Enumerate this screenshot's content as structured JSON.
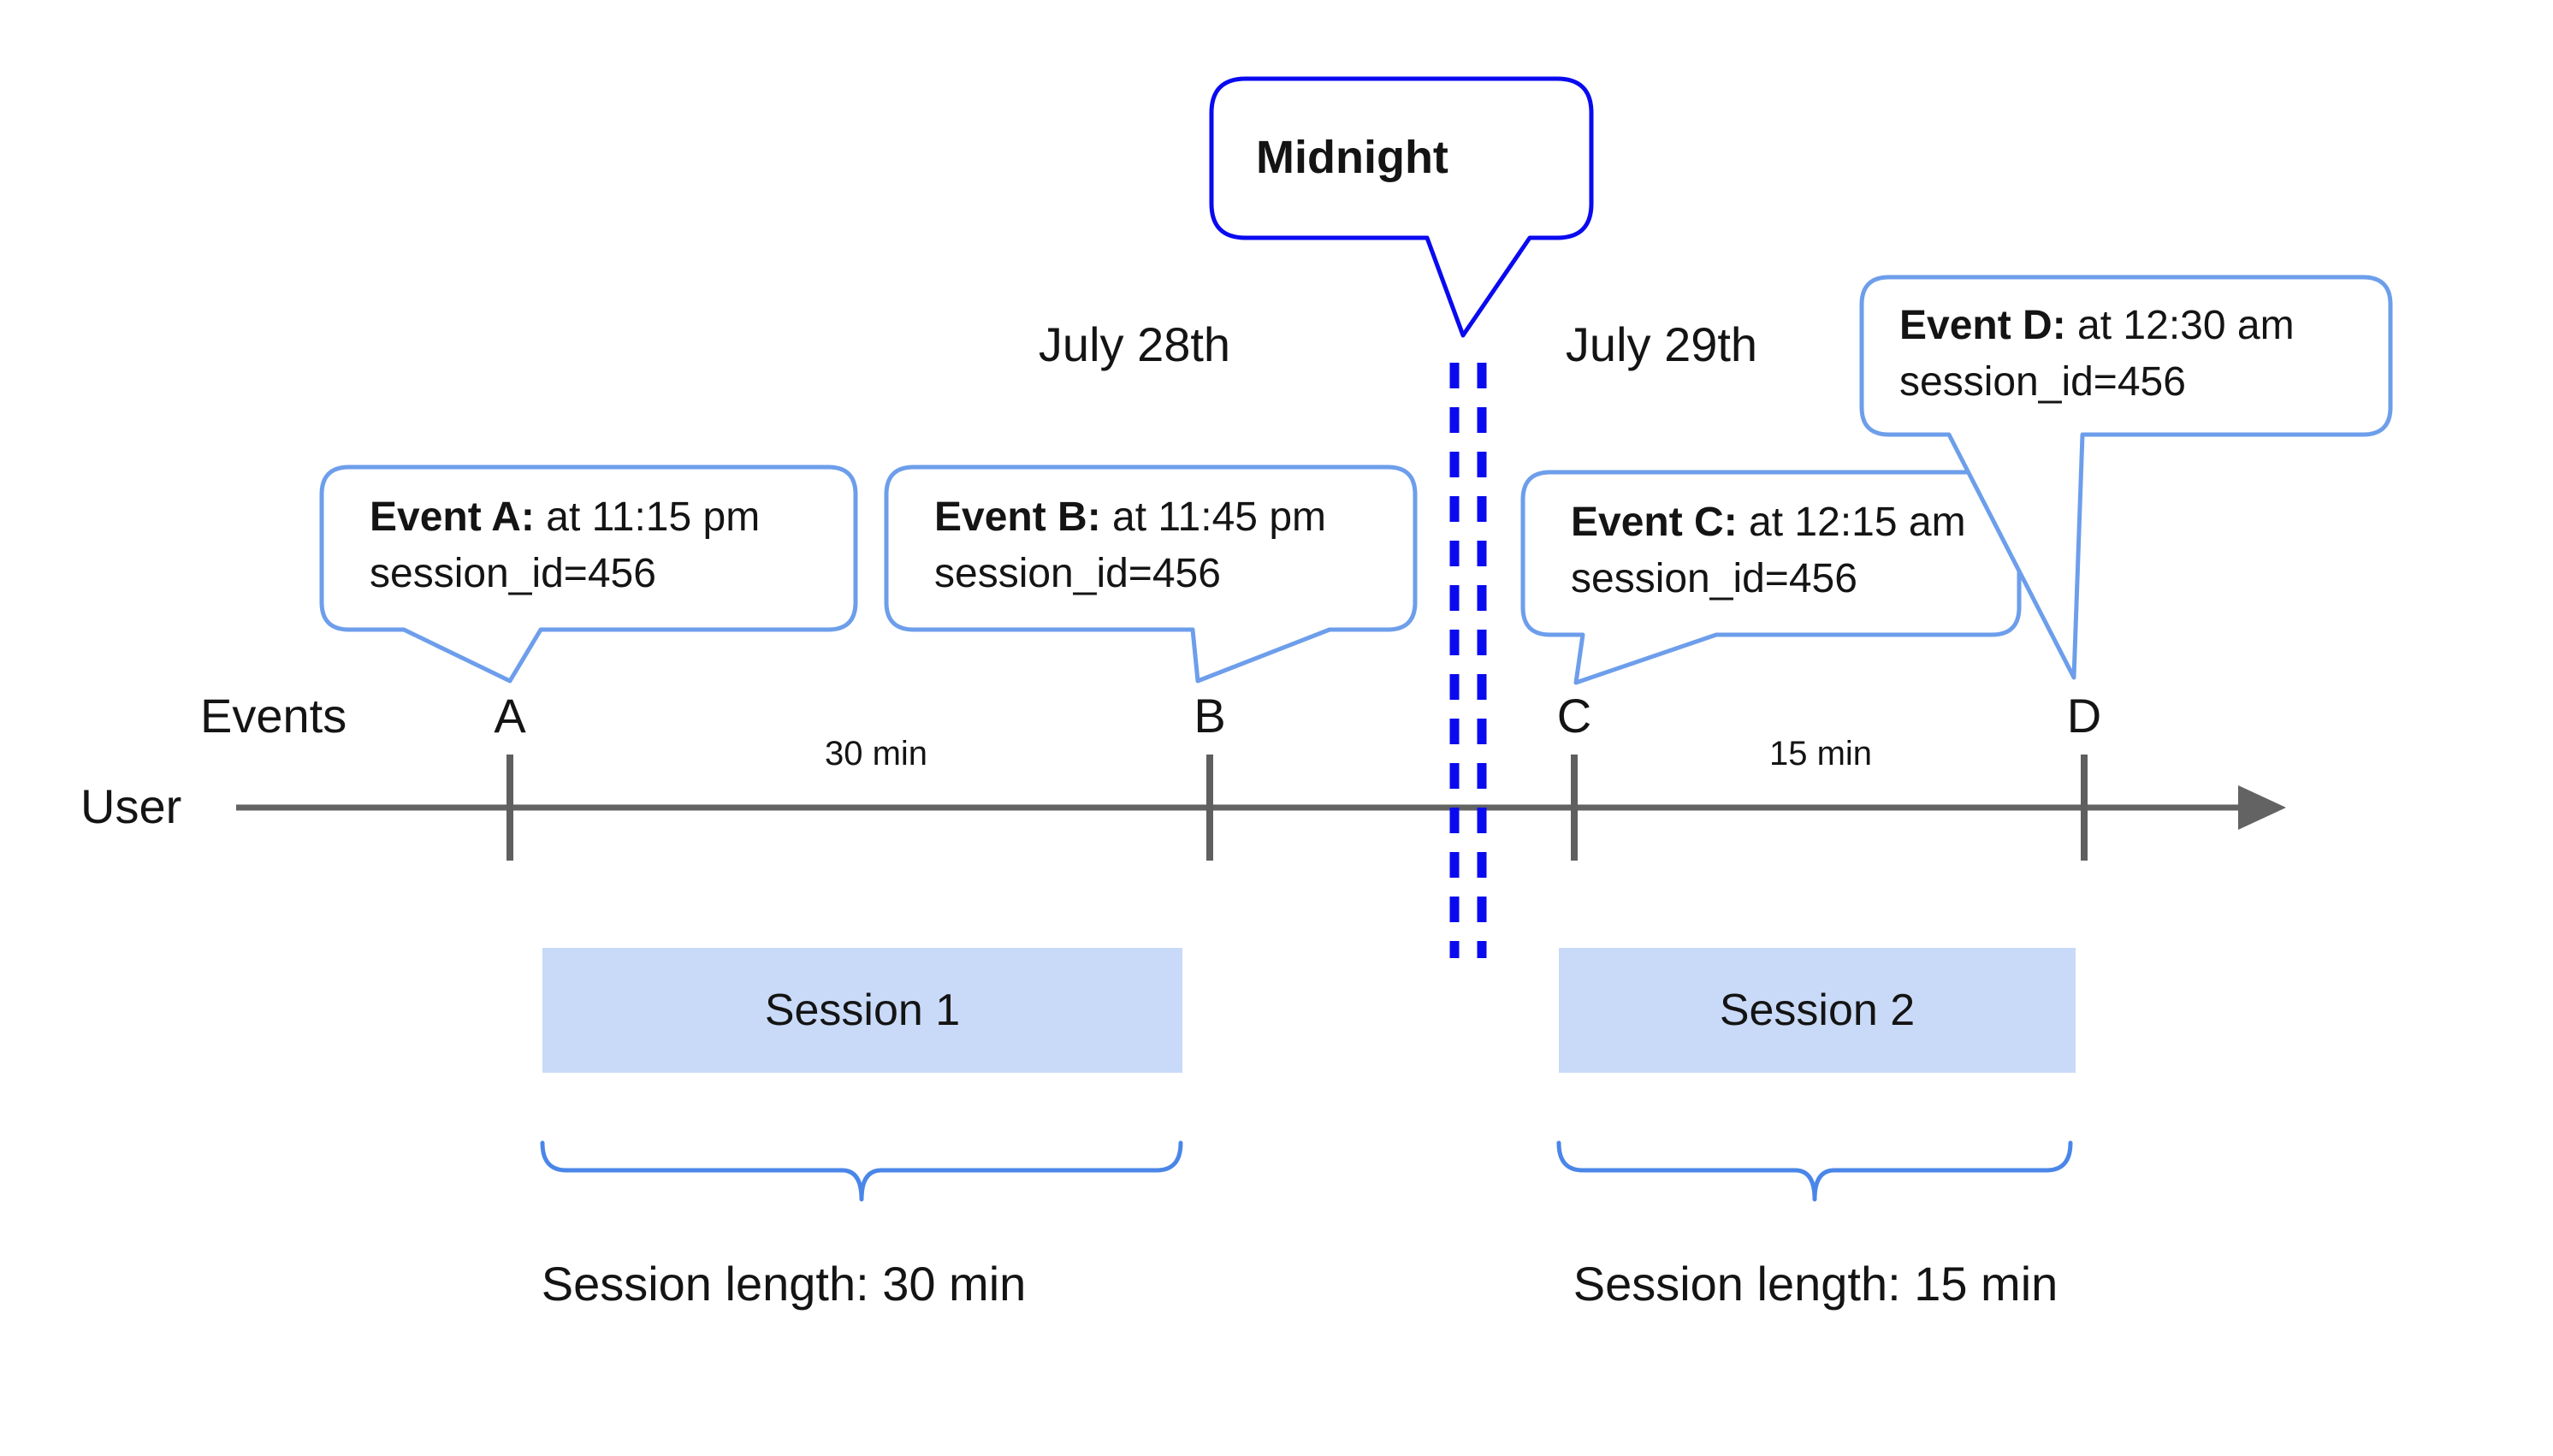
{
  "callouts": {
    "midnight": {
      "label": "Midnight"
    },
    "events": [
      {
        "id": "A",
        "label_bold": "Event A:",
        "label_rest": " at 11:15 pm",
        "detail": "session_id=456"
      },
      {
        "id": "B",
        "label_bold": "Event B:",
        "label_rest": " at 11:45 pm",
        "detail": "session_id=456"
      },
      {
        "id": "C",
        "label_bold": "Event C:",
        "label_rest": " at 12:15 am",
        "detail": "session_id=456"
      },
      {
        "id": "D",
        "label_bold": "Event D:",
        "label_rest": " at 12:30 am",
        "detail": "session_id=456"
      }
    ]
  },
  "dates": {
    "left": "July 28th",
    "right": "July 29th"
  },
  "timeline": {
    "events_label": "Events",
    "user_label": "User",
    "markers": [
      "A",
      "B",
      "C",
      "D"
    ],
    "gap_labels": [
      "30 min",
      "15 min"
    ]
  },
  "sessions": [
    {
      "name": "Session 1",
      "length_label": "Session length: 30 min"
    },
    {
      "name": "Session 2",
      "length_label": "Session length: 15 min"
    }
  ],
  "colors": {
    "midnight_blue": "#0a0af0",
    "callout_border_blue": "#6d9eeb",
    "brace_blue": "#4a86e8",
    "session_fill": "#c9daf8",
    "line_gray": "#636363",
    "text": "#141414"
  }
}
